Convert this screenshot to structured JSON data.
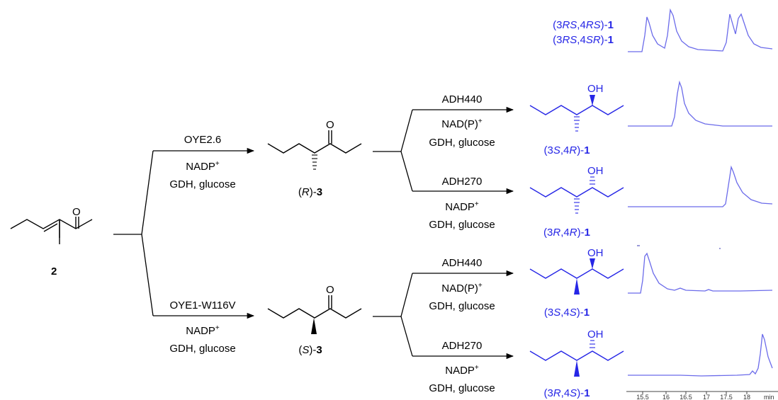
{
  "starting_material": {
    "number": "2"
  },
  "step1": {
    "upper": {
      "enzyme": "OYE2.6",
      "cofactor": "NADP",
      "recycling": "GDH, glucose",
      "product_config": "R",
      "product_number": "3"
    },
    "lower": {
      "enzyme": "OYE1-W116V",
      "cofactor": "NADP",
      "recycling": "GDH, glucose",
      "product_config": "S",
      "product_number": "3"
    }
  },
  "step2": [
    {
      "enzyme": "ADH440",
      "cofactor": "NAD(P)",
      "recycling": "GDH, glucose",
      "c3": "3",
      "c3_cfg": "S",
      "c4": "4",
      "c4_cfg": "R",
      "number": "1"
    },
    {
      "enzyme": "ADH270",
      "cofactor": "NADP",
      "recycling": "GDH, glucose",
      "c3": "3",
      "c3_cfg": "R",
      "c4": "4",
      "c4_cfg": "R",
      "number": "1"
    },
    {
      "enzyme": "ADH440",
      "cofactor": "NAD(P)",
      "recycling": "GDH, glucose",
      "c3": "3",
      "c3_cfg": "S",
      "c4": "4",
      "c4_cfg": "S",
      "number": "1"
    },
    {
      "enzyme": "ADH270",
      "cofactor": "NADP",
      "recycling": "GDH, glucose",
      "c3": "3",
      "c3_cfg": "R",
      "c4": "4",
      "c4_cfg": "S",
      "number": "1"
    }
  ],
  "reference_mixture": [
    {
      "c3": "3",
      "c3_cfg": "RS",
      "c4": "4",
      "c4_cfg": "RS",
      "number": "1"
    },
    {
      "c3": "3",
      "c3_cfg": "RS",
      "c4": "4",
      "c4_cfg": "SR",
      "number": "1"
    }
  ],
  "atom_labels": {
    "oxygen": "O",
    "hydroxyl": "OH",
    "plus": "+"
  },
  "chromatogram_axis": {
    "ticks": [
      "15.5",
      "16",
      "16.5",
      "17",
      "17.5",
      "18"
    ],
    "unit": "min"
  },
  "colors": {
    "product_blue": "#2626e6",
    "trace_blue": "#6b6bea",
    "ink": "#000000"
  }
}
